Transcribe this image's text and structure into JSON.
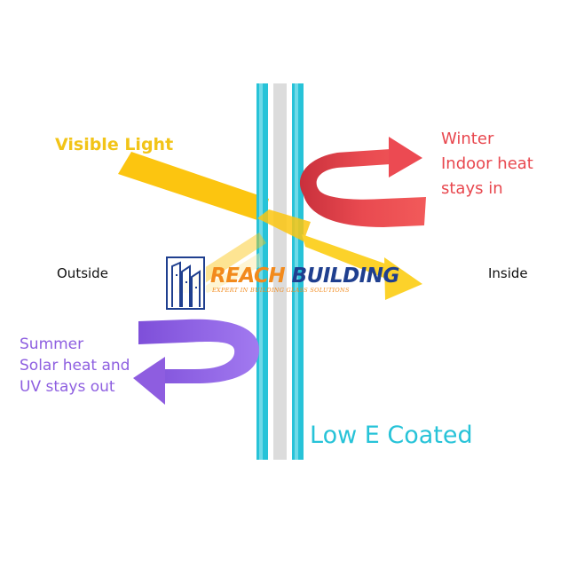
{
  "labels": {
    "visible_light": "Visible Light",
    "winter_lines": [
      "Winter",
      "Indoor heat",
      "stays in"
    ],
    "outside": "Outside",
    "inside": "Inside",
    "summer_lines": [
      "Summer",
      "Solar heat and",
      "UV stays out"
    ],
    "low_e": "Low E Coated"
  },
  "logo": {
    "word1": "REACH",
    "word2": "BUILDING",
    "tagline": "EXPERT IN BUILDING GLASS SOLUTIONS"
  },
  "colors": {
    "visible_light": "#fcc510",
    "winter_heat": "#e8474e",
    "summer_heat": "#9061e2",
    "glass": "#27c3d8",
    "logo_orange": "#f28a1c",
    "logo_navy": "#1f3f8f"
  }
}
